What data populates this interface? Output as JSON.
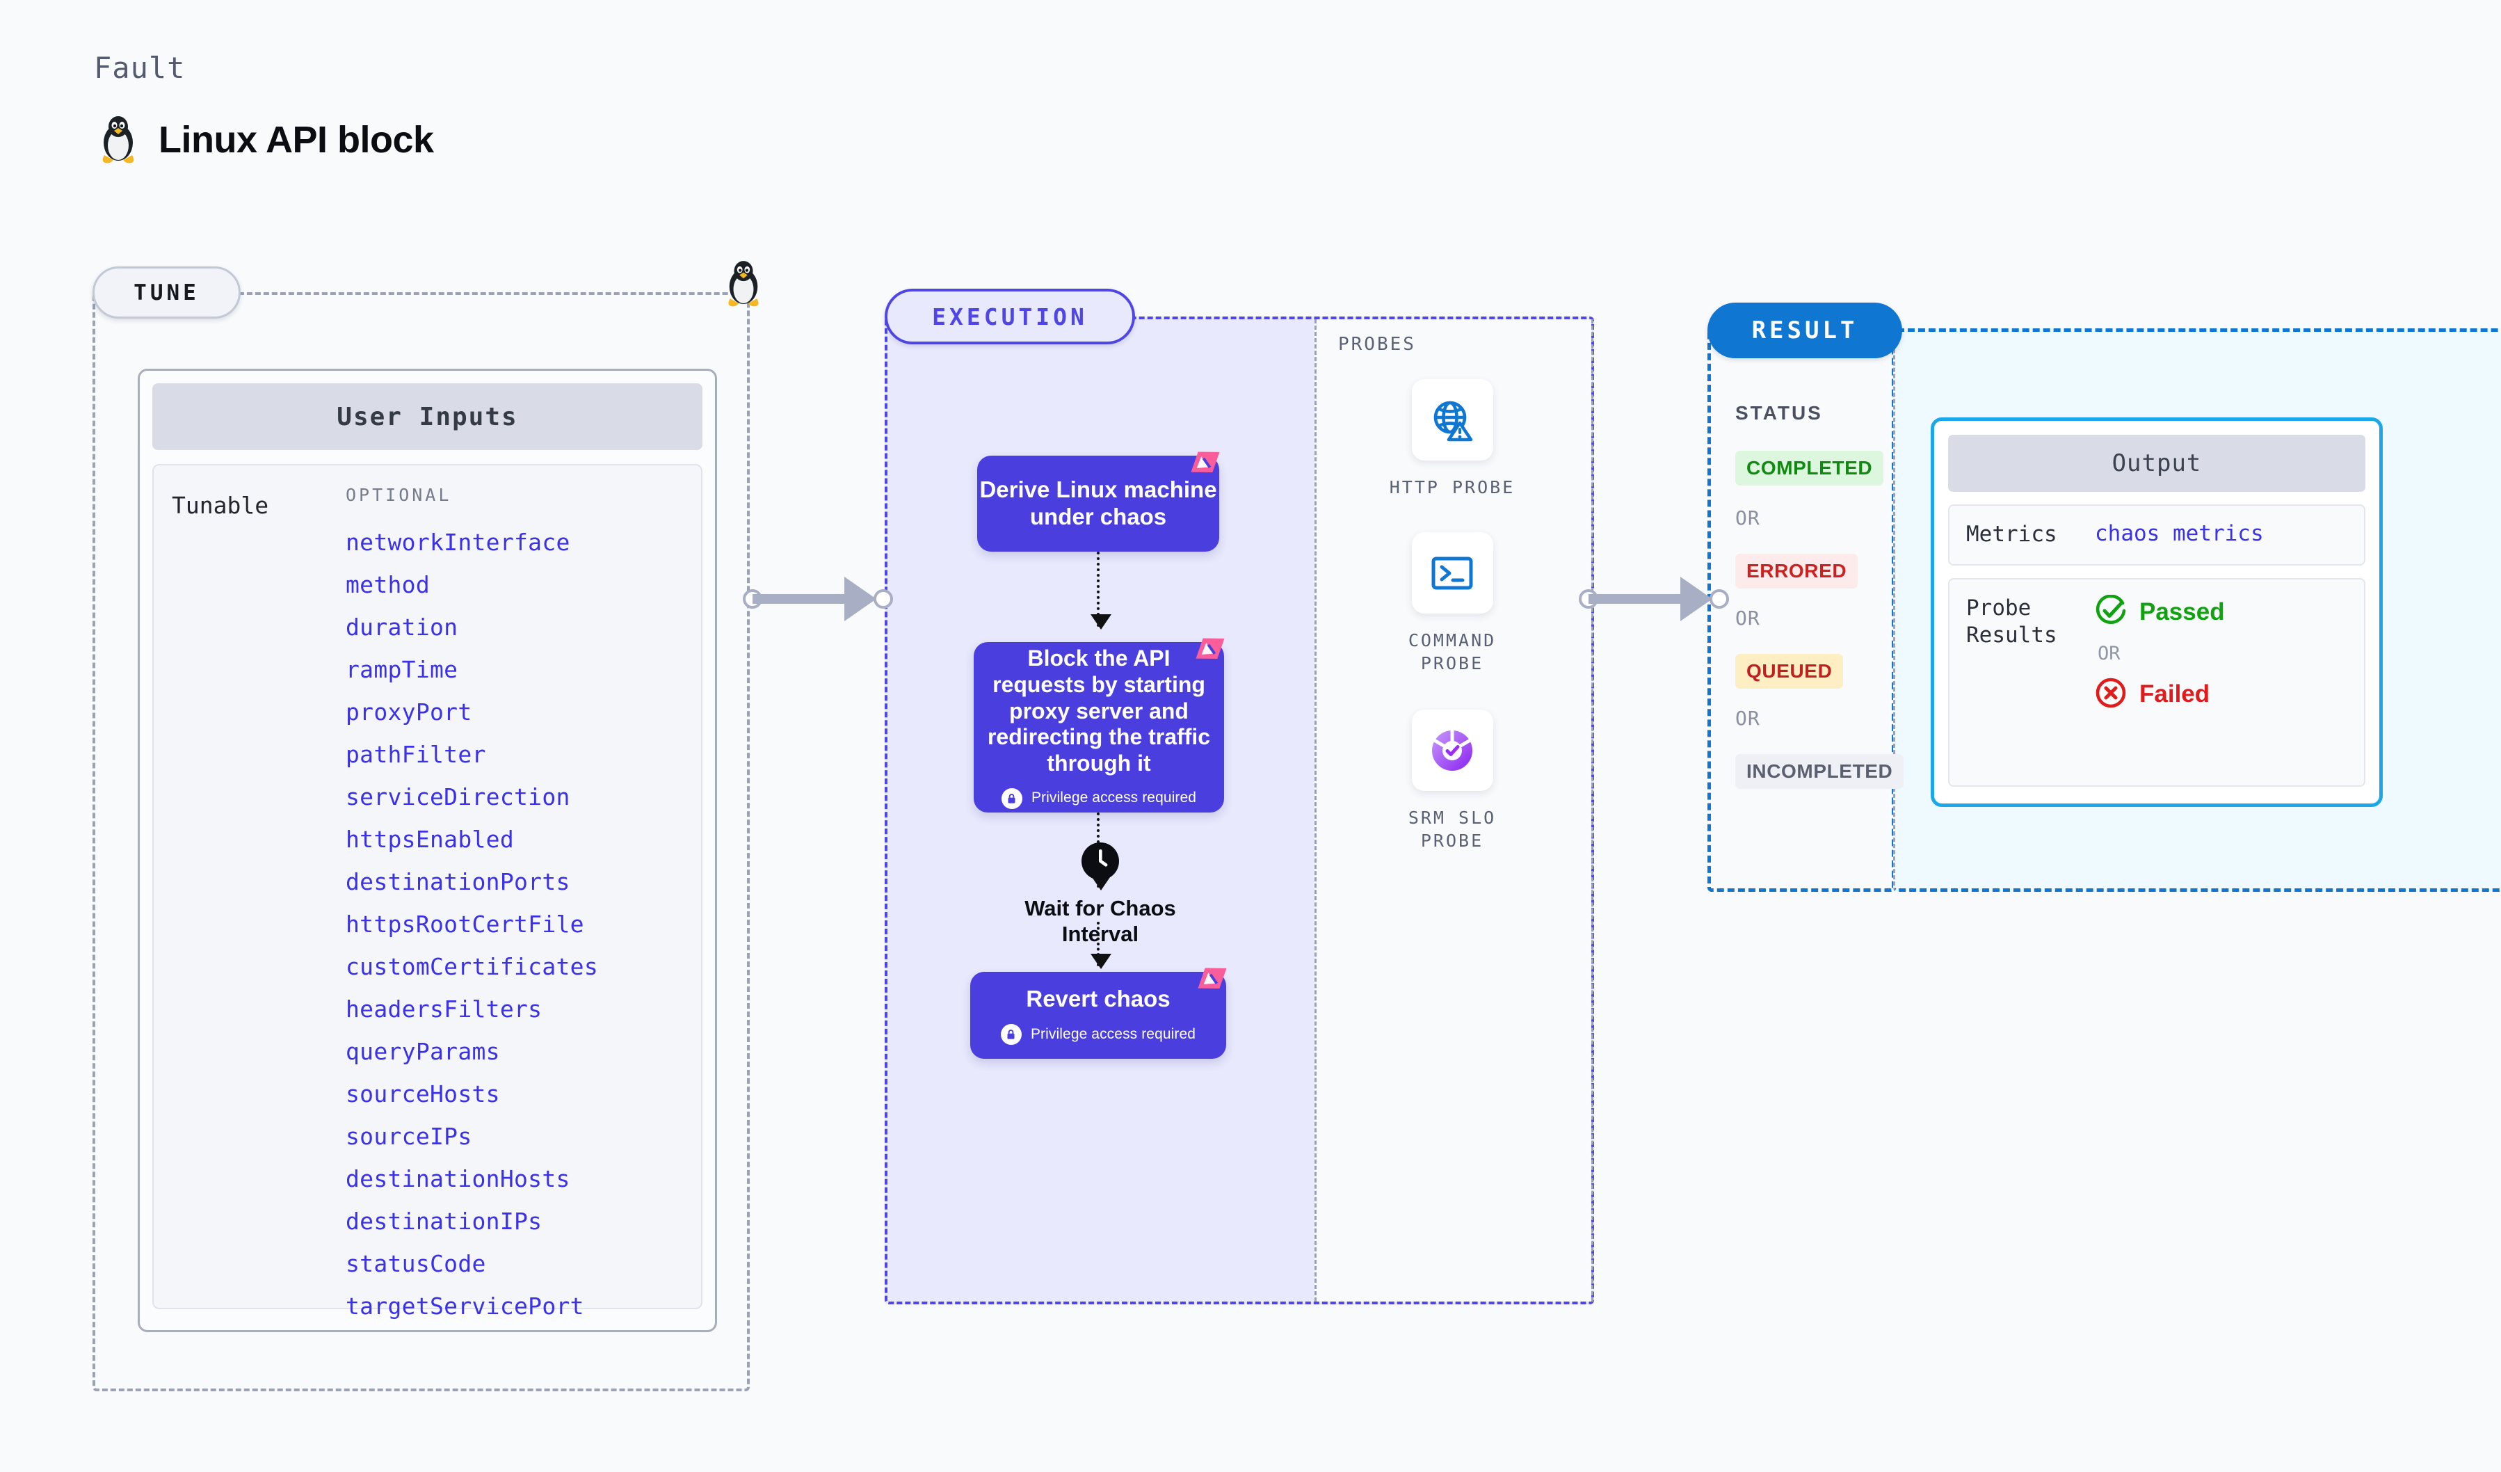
{
  "header": {
    "eyebrow": "Fault",
    "title": "Linux API block",
    "icon": "tux-penguin-icon"
  },
  "tune": {
    "pill_label": "TUNE",
    "card_title": "User Inputs",
    "row_label": "Tunable",
    "group_label": "OPTIONAL",
    "parameters": [
      "networkInterface",
      "method",
      "duration",
      "rampTime",
      "proxyPort",
      "pathFilter",
      "serviceDirection",
      "httpsEnabled",
      "destinationPorts",
      "httpsRootCertFile",
      "customCertificates",
      "headersFilters",
      "queryParams",
      "sourceHosts",
      "sourceIPs",
      "destinationHosts",
      "destinationIPs",
      "statusCode",
      "targetServicePort"
    ]
  },
  "execution": {
    "pill_label": "EXECUTION",
    "privilege_note": "Privilege access required",
    "nodes": [
      {
        "text": "Derive Linux machine under chaos",
        "ribbon": true,
        "privileged": false
      },
      {
        "text": "Block the API requests by starting proxy server and redirecting the traffic through it",
        "ribbon": true,
        "privileged": true
      },
      {
        "text": "Wait for Chaos Interval",
        "ribbon": false,
        "privileged": false,
        "icon": "clock-icon"
      },
      {
        "text": "Revert chaos",
        "ribbon": true,
        "privileged": true
      }
    ]
  },
  "probes": {
    "title": "PROBES",
    "items": [
      {
        "label": "HTTP PROBE",
        "icon": "globe-warning-icon"
      },
      {
        "label": "COMMAND PROBE",
        "icon": "terminal-icon"
      },
      {
        "label": "SRM SLO PROBE",
        "icon": "slo-donut-check-icon"
      }
    ]
  },
  "result": {
    "pill_label": "RESULT",
    "status_title": "STATUS",
    "or_label": "OR",
    "statuses": [
      {
        "label": "COMPLETED",
        "bg": "#ddf6de",
        "color": "#108a10"
      },
      {
        "label": "ERRORED",
        "bg": "#fdeaea",
        "color": "#cc2121"
      },
      {
        "label": "QUEUED",
        "bg": "#fdeec3",
        "color": "#c02020"
      },
      {
        "label": "INCOMPLETED",
        "bg": "#eef0f5",
        "color": "#5a6070"
      }
    ]
  },
  "output": {
    "card_title": "Output",
    "metrics_key": "Metrics",
    "metrics_value": "chaos metrics",
    "probe_key": "Probe Results",
    "passed_label": "Passed",
    "failed_label": "Failed",
    "or_label": "OR"
  },
  "colors": {
    "page_bg": "#f8fafc",
    "tune_border": "#9aa2b4",
    "exec_border": "#4f46e5",
    "exec_fill": "#e8e9fd",
    "node_fill": "#4a3ede",
    "result_border": "#0f76d1",
    "output_fill": "#eefaff",
    "output_border": "#1ba7e8",
    "param_text": "#3b31e8",
    "ribbon": "#fa5d9a",
    "probe_blue": "#0f76d1"
  }
}
